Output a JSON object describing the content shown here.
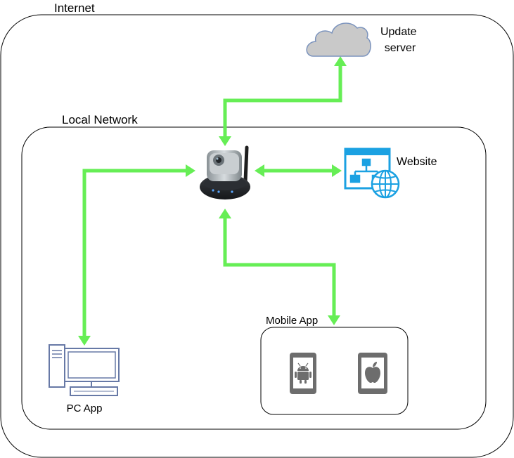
{
  "zones": {
    "internet": "Internet",
    "local_network": "Local Network",
    "mobile_app": "Mobile App"
  },
  "nodes": {
    "update_server_line1": "Update",
    "update_server_line2": "server",
    "website": "Website",
    "pc_app": "PC App"
  },
  "colors": {
    "connection": "#66ee55",
    "cloud_fill": "#c9c9c9",
    "cloud_stroke": "#7b93bd",
    "website_blue": "#1ba1e2",
    "pc_stroke": "#6779a6",
    "phone_gray": "#6d6d6d"
  }
}
